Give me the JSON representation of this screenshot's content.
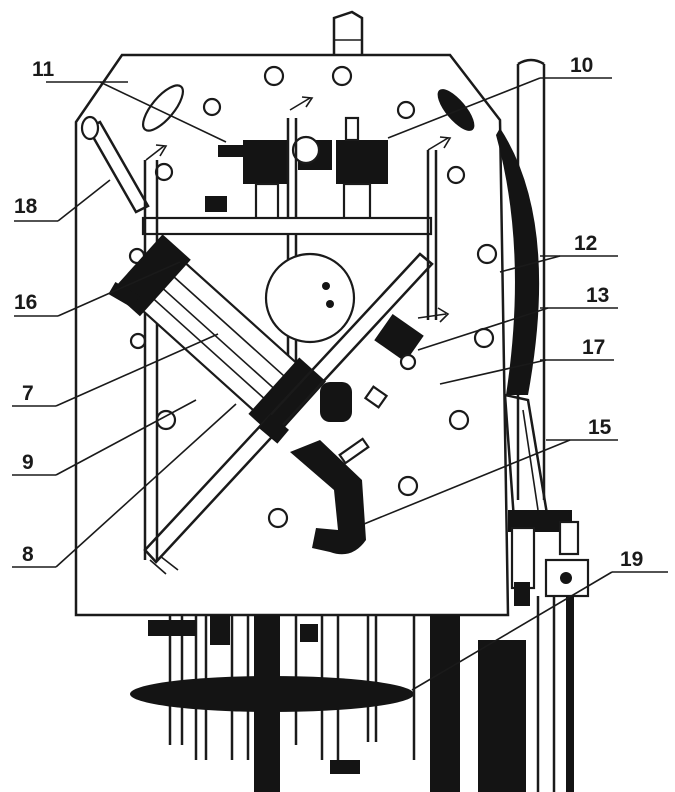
{
  "figure": {
    "labels": [
      {
        "key": "l11",
        "text": "11"
      },
      {
        "key": "l10",
        "text": "10"
      },
      {
        "key": "l18",
        "text": "18"
      },
      {
        "key": "l12",
        "text": "12"
      },
      {
        "key": "l16",
        "text": "16"
      },
      {
        "key": "l13",
        "text": "13"
      },
      {
        "key": "l17",
        "text": "17"
      },
      {
        "key": "l7",
        "text": "7"
      },
      {
        "key": "l15",
        "text": "15"
      },
      {
        "key": "l9",
        "text": "9"
      },
      {
        "key": "l8",
        "text": "8"
      },
      {
        "key": "l19",
        "text": "19"
      }
    ]
  }
}
